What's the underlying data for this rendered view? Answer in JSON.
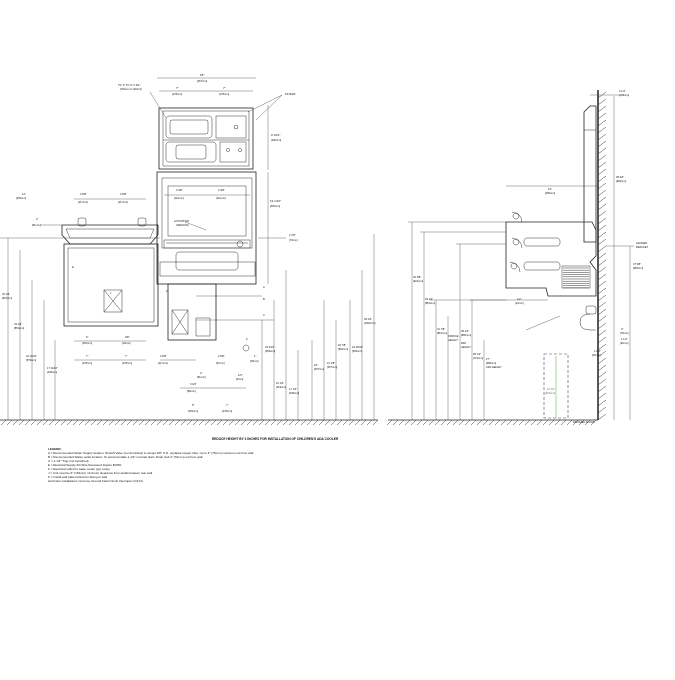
{
  "drawing": {
    "bottom_note": "REDUCE HEIGHT BY 3 INCHES FOR INSTALLATION OF CHILDREN'S ADA COOLER",
    "finished_floor": "FINISHED FLOOR",
    "legend_title": "LEGEND:",
    "legend_lines": [
      "A = Recommended Water Supply location. Shutoff Valve (not furnished) to accept 3/8\" O.D. unplated copper tube. Up to 3\" (76mm) maximum out from wall.",
      "B = Recommended Waste outlet location. To accommodate 1-1/4\" nominal drain. Drain stub 2\" (51mm) out from wall.",
      "C = 1-1/4\" Trap (not furnished)",
      "E = Electrical Supply 3/4 Wire Recessed Duplex BURN",
      "F = Electrical outlet for water cooler (per code)",
      "J = Unit must be 6\" (152mm) minimum clearance from detail between rear wall.",
      "K = Install wall plate behind for facing to wall",
      "Hard wire installations must use Ground Fault Circuit Interrupter (GFCI)."
    ]
  },
  "front_view": {
    "top_width": "18\"",
    "top_width_mm": "[457mm]",
    "filter_label": "FILTERS",
    "filter_kit": "TD. 6\" TO 4\" X 3/4\"",
    "filter_kit_sub": "[152mm X 102mm]",
    "span_left": "7\"",
    "span_left_mm": "[178mm]",
    "span_right": "7\"",
    "span_right_mm": "[178mm]",
    "filter_height": "9 1/16\"",
    "filter_height_mm": "[230mm]",
    "bowl_left": "4 5/8\"",
    "bowl_left_mm": "[117mm]",
    "bowl_right": "4 5/8\"",
    "bowl_right_mm": "[117mm]",
    "top_right_a": "4 3/8\"",
    "top_right_a_mm": "[111mm]",
    "top_right_b": "4 3/8\"",
    "top_right_b_mm": "[111mm]",
    "activation": "ACTIVATION",
    "activation_sub": "(SENSOR)",
    "side_dim": "19 1/16\"",
    "side_dim_mm": "[484mm]",
    "cooler_width": "12\"",
    "cooler_width_mm": "[305mm]",
    "small_dim": "2\"",
    "small_dim_mm": "[51mm]",
    "cw_dim": "2 7/8\"",
    "cw_dim_mm": "[73mm]",
    "height_1": "36 1/4\"",
    "height_1_mm": "[921mm]",
    "height_2": "33 1/2\"",
    "height_2_mm": "[851mm]",
    "height_3": "22 13/16\"",
    "height_3_mm": "[579mm]",
    "height_4": "17 11/16\"",
    "height_4_mm": "[449mm]",
    "opening_a": "6\"",
    "opening_a_mm": "[152mm]",
    "opening_b": "3/8\"",
    "opening_b_mm": "[10mm]",
    "opening_c": "7\"",
    "opening_c_mm": "[178mm]",
    "opening_d": "7\"",
    "opening_d_mm": "[178mm]",
    "mid_a": "10 3/16\"",
    "mid_a_mm": "[259mm]",
    "mid_b": "18\"",
    "mid_b_mm": "[457mm]",
    "mid_c": "22 7/8\"",
    "mid_c_mm": "[581mm]",
    "mid_d": "19 15/16\"",
    "mid_d_mm": "[506mm]",
    "mid_e": "21 1/8\"",
    "mid_e_mm": "[537mm]",
    "mid_f": "17 1/2\"",
    "mid_f_mm": "[445mm]",
    "mid_g": "16 1/2\"",
    "mid_g_mm": "[419mm]",
    "tall_right": "39 1/2\"",
    "tall_right_mm": "[1003mm]",
    "lower_a": "3 3/4\"",
    "lower_a_mm": "[95mm]",
    "lower_b": "2\"",
    "lower_b_mm": "[51mm]",
    "lower_c": "4 5/8\"",
    "lower_c_mm": "[117mm]",
    "lower_d": "1\"",
    "lower_d_mm": "[25mm]",
    "lower_e": "6\"",
    "lower_e_mm": "[152mm]",
    "lower_f": "2 5/8\"",
    "lower_f_mm": "[67mm]",
    "lower_g": "7\"",
    "lower_g_mm": "[178mm]",
    "lower_h": "1/4\"",
    "lower_h_mm": "[6mm]",
    "letters": [
      "A",
      "B",
      "C",
      "E",
      "F",
      "J",
      "K"
    ]
  },
  "side_view": {
    "top_dim": "4 1/4\"",
    "top_dim_mm": "[108mm]",
    "tall_dim": "38 3/4\"",
    "tall_dim_mm": "[984mm]",
    "depth": "19\"",
    "depth_mm": "[483mm]",
    "hanger": "HANGER",
    "hanger_sub": "BRACKET",
    "hanger_dim": "37 5/8\"",
    "hanger_dim_mm": "[956mm]",
    "h1": "36 3/8\"",
    "h1_mm": "[924mm]",
    "h2": "33 1/2\"",
    "h2_mm": "[851mm]",
    "h3": "35 1/4\"",
    "h3_mm": "[895mm]",
    "orifice": "ORIFICE",
    "orifice_sub": "HEIGHT",
    "h4": "31 7/8\"",
    "h4_mm": "[810mm]",
    "h5": "28 1/2\"",
    "h5_mm": "[724mm]",
    "rim": "RIM",
    "rim_sub": "HEIGHT",
    "h6": "27\"",
    "h6_mm": "[686mm]",
    "ada": "ADA HEIGHT",
    "small_a": "3\"",
    "small_a_mm": "[76mm]",
    "small_b": "1 1/4\"",
    "small_b_mm": "[32mm]",
    "small_c": "1 1/4\"",
    "small_c_mm": "[32mm]",
    "trap_dim": "1/2\"",
    "trap_dim_mm": "[13mm]",
    "floor_dim": "12 1/2\"",
    "floor_dim_mm": "[318mm]"
  }
}
